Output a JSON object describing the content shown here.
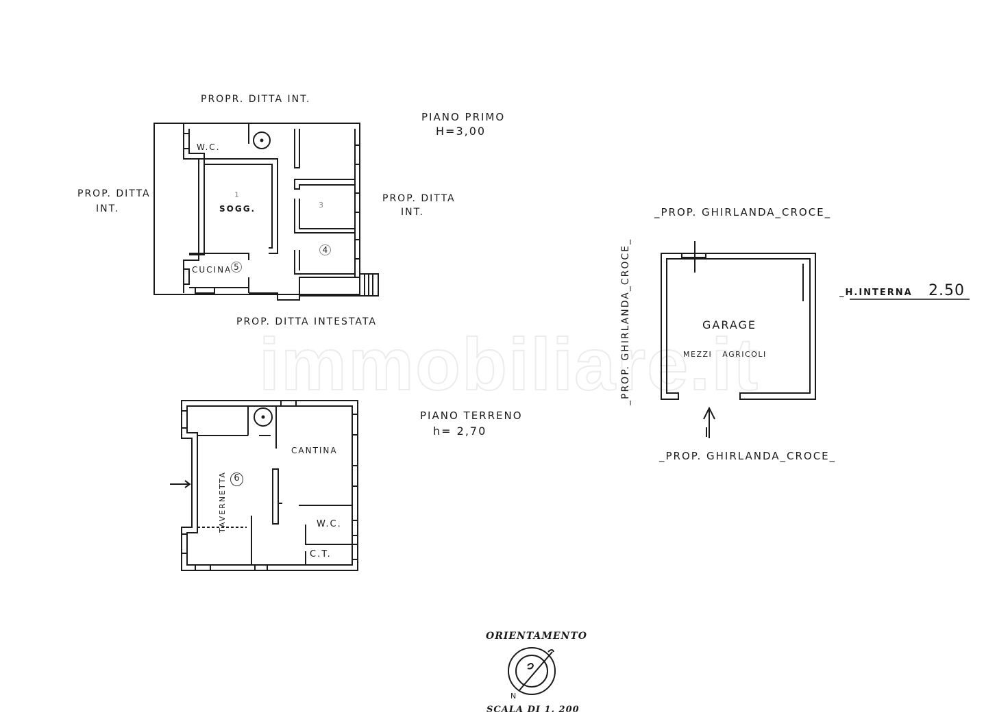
{
  "watermark": "immobiliare.it",
  "first_floor": {
    "title": "PIANO PRIMO",
    "height": "H=3,00",
    "label_top": "PROPR. DITTA INT.",
    "label_left_line1": "PROP. DITTA",
    "label_left_line2": "INT.",
    "label_right_line1": "PROP. DITTA",
    "label_right_line2": "INT.",
    "label_bottom": "PROP. DITTA INTESTATA",
    "rooms": {
      "wc": "W.C.",
      "living": "SOGG.",
      "living_num": "1",
      "kitchen": "CUCINA",
      "kitchen_num": "5",
      "room3_num": "3",
      "room4_num": "4"
    }
  },
  "ground_floor": {
    "title": "PIANO TERRENO",
    "height": "h= 2,70",
    "rooms": {
      "cellar": "CANTINA",
      "taverna": "TAVERNETTA",
      "taverna_num": "6",
      "wc": "W.C.",
      "ct": "C.T."
    }
  },
  "garage": {
    "title": "GARAGE",
    "subtitle": "MEZZI AGRICOLI",
    "label_top": "_PROP. GHIRLANDA_CROCE_",
    "label_left": "_PROP. GHIRLANDA_CROCE_",
    "label_bottom": "_PROP. GHIRLANDA_CROCE_",
    "internal_height_label": "_H.INTERNA",
    "internal_height_value": "2.50"
  },
  "orientation": {
    "title": "ORIENTAMENTO",
    "north": "N",
    "scale": "SCALA DI 1. 200"
  },
  "colors": {
    "ink": "#1a1a1a",
    "paper": "#ffffff",
    "watermark": "#ececec"
  }
}
